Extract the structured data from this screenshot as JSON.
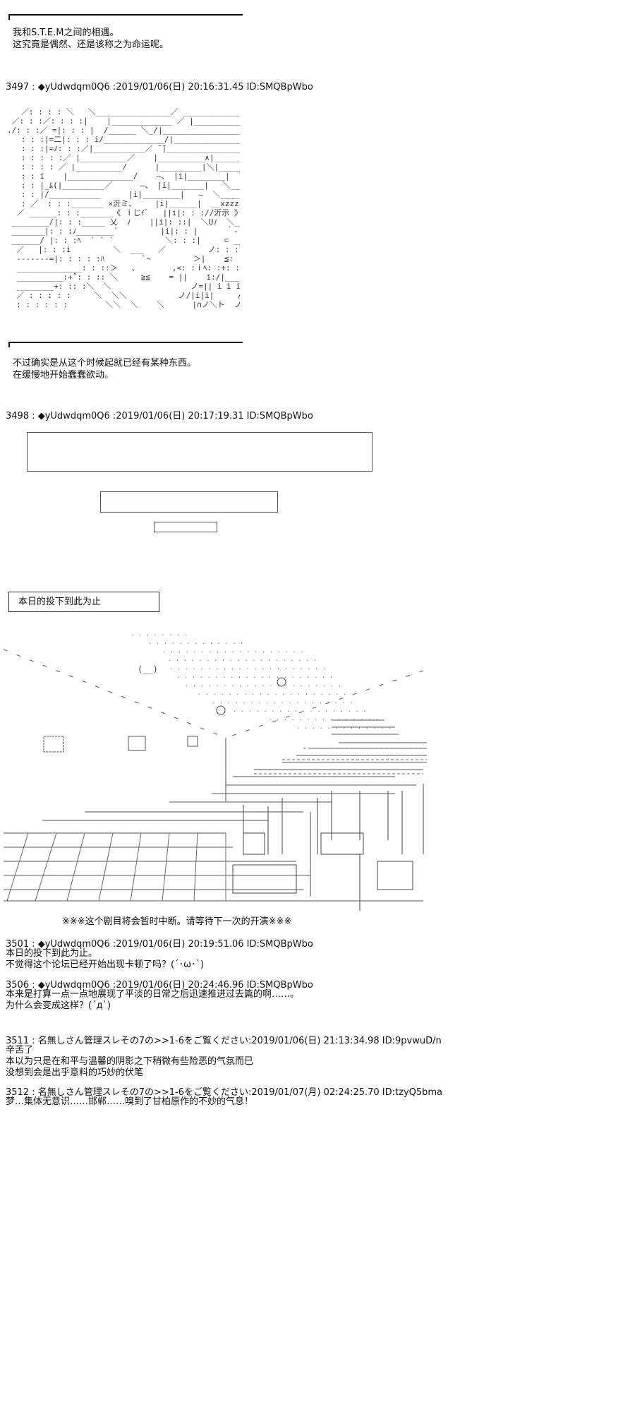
{
  "intro": {
    "line1": "我和S.T.E.M之间的相遇。",
    "line2": "这究竟是偶然、还是该称之为命运呢。"
  },
  "posts": [
    {
      "num": "3497",
      "header": "3497 : ◆yUdwdqm0Q6 :2019/01/06(日) 20:16:31.45 ID:SMQBpWbo"
    },
    {
      "num": "3498",
      "header": "3498 : ◆yUdwdqm0Q6 :2019/01/06(日) 20:17:19.31 ID:SMQBpWbo"
    },
    {
      "num": "3501",
      "header": "3501 : ◆yUdwdqm0Q6 :2019/01/06(日) 20:19:51.06 ID:SMQBpWbo"
    },
    {
      "num": "3506",
      "header": "3506 : ◆yUdwdqm0Q6 :2019/01/06(日) 20:24:46.96 ID:SMQBpWbo"
    },
    {
      "num": "3511",
      "header": "3511 : 名無しさん管理スレその7の>>1-6をご覧ください:2019/01/06(日) 21:13:34.98 ID:9pvwuD/n"
    },
    {
      "num": "3512",
      "header": "3512 : 名無しさん管理スレその7の>>1-6をご覧ください:2019/01/07(月) 02:24:25.70 ID:tzyQ5bma"
    }
  ],
  "mid_text": {
    "line1": "不过确实是从这个时候起就已经有某种东西。",
    "line2": "在缓慢地开始蠢蠢欲动。"
  },
  "end_box": "本日的投下到此为止",
  "notice": "※※※这个剧目将会暂时中断。请等待下一次的开演※※※",
  "post_3501": {
    "line1": "本日的投下到此为止。",
    "line2": "不觉得这个论坛已经开始出现卡顿了吗？(´･ω･`)"
  },
  "post_3506": {
    "line1": "本来是打算一点一点地展现了平淡的日常之后迅速推进过去篇的啊……。",
    "line2": "为什么会变成这样？(´д`)"
  },
  "post_3511": {
    "line1": "辛苦了",
    "line2": "本以为只是在和平与温馨的阴影之下稍微有些险恶的气氛而已",
    "line3": "没想到会是出乎意料的巧妙的伏笔"
  },
  "post_3512": {
    "line1": "梦…集体无意识……邯郸……嗅到了甘柏原作的不妙的气息！"
  },
  "art": {
    "face_lines": [
      "   ／: : : : ＼   ＼________________／ ______________________＼",
      " ／: : :／: : : :|    |_____________ ／ |_________________________ ＼",
      "./: : :／ =|: : : |  /______ ＼_/|_____________________________  ＼",
      "   : : :|=二|: : : i/_____________/|_________________________________ ＼",
      "   : : :|=ﾉ: : :／|___________／ ̄ ̄|______________________________|_|",
      "   : : : : :／ |__________／    |__________∧|______________________|＼  ＼",
      "   : : : : ／ |__________/      |_________|＼|___________________ ＼ ＼  ＼",
      "   : : i    |______________/    ―、 |i|________|  ＼________________   |i|",
      "   : : |_ﾑ(|_________／      ―、 |i|_______|   ＼______________    |i|",
      "   : : |/___________      |i|________|   ―  ＼_____________   |i|",
      "   : ／  : : :_______ ×沂ミ、    |i|______|  __xzzz、______________ |",
      "  ／ ______: : :_______《 ｉじｲﾞ   ||i|: : ://沂示 》____________ ||",
      " ________/|: : :_____ 乂  ﾉ    ||i|: ::|  ＼Uﾉ  ＼_____________  ||",
      " _______|: : :ﾉ________`         |i|: : |      ｀-    ∧: : : :|＼______ |",
      " ______/ |: : :ﾍ  ` ` `           ＼: : :|     ⊂ _____|＼  : : : : |",
      "  ／   |: : :i         ＼  ___   ／         ノ: : :＼____/}i|______",
      "  -------=|: : : : :ﾊ        `~         ＞|    ≦: : : ／:i: :L_: :i|______",
      "  ______________: : ::＞   、       ,<: :ｉﾍ: :+: :ノ＼: :|_____:i|_____",
      "  __________:+˚: : :: ＼     ≧≦    = ||    i:/|_____|: :i|______",
      "  ________+: :: :＼  ＼                 ノ=|| i i i |: :|_____|: :|__|____",
      "  ／ : : : : :     ＼  ＼＼           ノ/|i|i|     /:|___|: :i|/＼|___",
      "  : : : : : :        ＼＼  ＼    ＼      |∩ノ＼ト  ノ/: :|___|_____|ﾚ'|  ＼"
    ]
  }
}
